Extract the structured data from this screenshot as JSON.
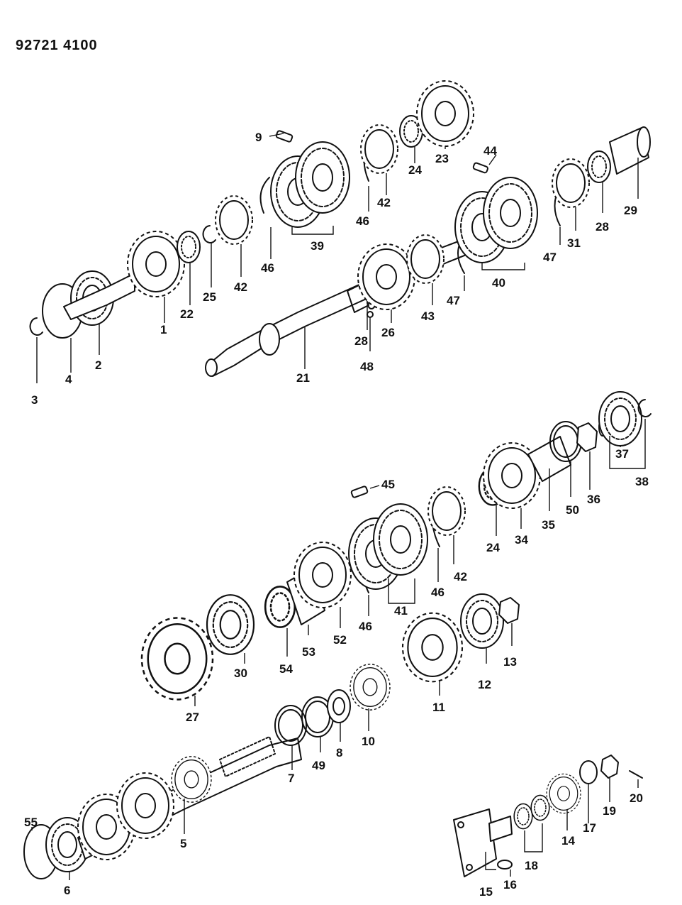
{
  "header": {
    "doc_number": "92721 4100"
  },
  "callouts": {
    "c1": "1",
    "c2": "2",
    "c3": "3",
    "c4": "4",
    "c5": "5",
    "c6": "6",
    "c7": "7",
    "c8": "8",
    "c9": "9",
    "c10": "10",
    "c11": "11",
    "c12": "12",
    "c13": "13",
    "c14": "14",
    "c15": "15",
    "c16": "16",
    "c17": "17",
    "c18": "18",
    "c19": "19",
    "c20": "20",
    "c21": "21",
    "c22": "22",
    "c23": "23",
    "c24a": "24",
    "c24b": "24",
    "c25": "25",
    "c26": "26",
    "c27": "27",
    "c28a": "28",
    "c28b": "28",
    "c29": "29",
    "c30": "30",
    "c31": "31",
    "c34": "34",
    "c35": "35",
    "c36": "36",
    "c37": "37",
    "c38": "38",
    "c39": "39",
    "c40": "40",
    "c41": "41",
    "c42a": "42",
    "c42b": "42",
    "c42c": "42",
    "c43": "43",
    "c44": "44",
    "c45": "45",
    "c46a": "46",
    "c46b": "46",
    "c46c": "46",
    "c46d": "46",
    "c47a": "47",
    "c47b": "47",
    "c48": "48",
    "c49": "49",
    "c50": "50",
    "c52": "52",
    "c53": "53",
    "c54": "54",
    "c55": "55"
  }
}
